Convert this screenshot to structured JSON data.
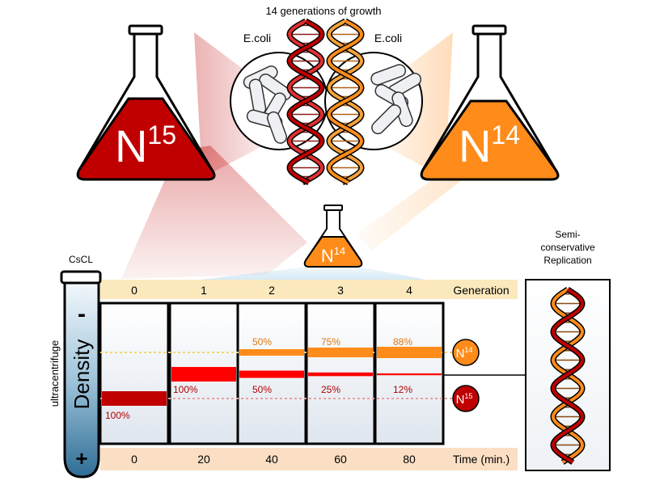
{
  "header": {
    "title": "14 generations of growth"
  },
  "flasks": {
    "left": {
      "label": "N",
      "sup": "15",
      "color": "#c00000"
    },
    "right": {
      "label": "N",
      "sup": "14",
      "color": "#ff8c1a"
    },
    "center": {
      "label": "N",
      "sup": "14",
      "color": "#ff8c1a"
    }
  },
  "bacteria": {
    "left_label": "E.coli",
    "right_label": "E.coli"
  },
  "tube": {
    "label": "CsCL",
    "side_label": "ultracentrifuge",
    "axis_label": "Density",
    "minus": "-",
    "plus": "+"
  },
  "generation": {
    "label": "Generation",
    "values": [
      "0",
      "1",
      "2",
      "3",
      "4"
    ]
  },
  "time": {
    "label": "Time (min.)",
    "values": [
      "0",
      "20",
      "40",
      "60",
      "80"
    ]
  },
  "panels": [
    {
      "upper_pct": "",
      "lower_pct": "100%",
      "upper_frac": 0,
      "lower_frac": 1.0
    },
    {
      "upper_pct": "",
      "lower_pct": "100%",
      "upper_frac": 0,
      "lower_frac": 1.0
    },
    {
      "upper_pct": "50%",
      "lower_pct": "50%",
      "upper_frac": 0.5,
      "lower_frac": 0.5
    },
    {
      "upper_pct": "75%",
      "lower_pct": "25%",
      "upper_frac": 0.75,
      "lower_frac": 0.25
    },
    {
      "upper_pct": "88%",
      "lower_pct": "12%",
      "upper_frac": 0.875,
      "lower_frac": 0.125
    }
  ],
  "markers": {
    "n14": {
      "label": "N",
      "sup": "14",
      "color": "#ff8c1a"
    },
    "n15": {
      "label": "N",
      "sup": "15",
      "color": "#c00000"
    }
  },
  "replication_box": {
    "line1": "Semi-",
    "line2": "conservative",
    "line3": "Replication"
  },
  "colors": {
    "red": "#c00000",
    "bright_red": "#ff0000",
    "orange": "#ff8c1a",
    "band_bg": "#fbe9bd",
    "time_bg": "#fbdfc4"
  }
}
